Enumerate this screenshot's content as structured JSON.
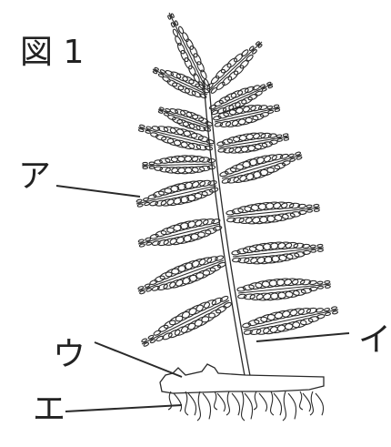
{
  "figure": {
    "title": "図 1"
  },
  "labels": {
    "a": "ア",
    "i": "イ",
    "u": "ウ",
    "e": "エ"
  },
  "colors": {
    "line": "#2a2a2a",
    "background": "#ffffff"
  }
}
